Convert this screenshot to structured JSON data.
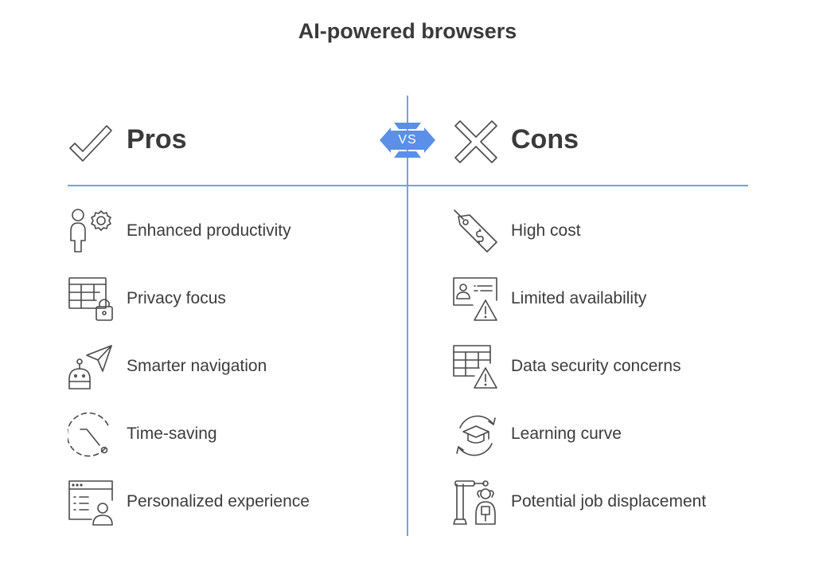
{
  "title": "AI-powered browsers",
  "vs_label": "VS",
  "colors": {
    "accent": "#5b8fe8",
    "divider": "#6fa3e0",
    "text": "#3c3c3c"
  },
  "pros": {
    "heading": "Pros",
    "icon": "checkmark-icon",
    "items": [
      {
        "label": "Enhanced productivity",
        "icon": "person-gear-icon"
      },
      {
        "label": "Privacy focus",
        "icon": "table-lock-icon"
      },
      {
        "label": "Smarter navigation",
        "icon": "robot-navigation-icon"
      },
      {
        "label": "Time-saving",
        "icon": "timer-icon"
      },
      {
        "label": "Personalized experience",
        "icon": "browser-user-icon"
      }
    ]
  },
  "cons": {
    "heading": "Cons",
    "icon": "x-cross-icon",
    "items": [
      {
        "label": "High cost",
        "icon": "price-tag-icon"
      },
      {
        "label": "Limited availability",
        "icon": "id-card-warning-icon"
      },
      {
        "label": "Data security concerns",
        "icon": "table-warning-icon"
      },
      {
        "label": "Learning curve",
        "icon": "graduation-cycle-icon"
      },
      {
        "label": "Potential job displacement",
        "icon": "robot-arm-person-icon"
      }
    ]
  }
}
